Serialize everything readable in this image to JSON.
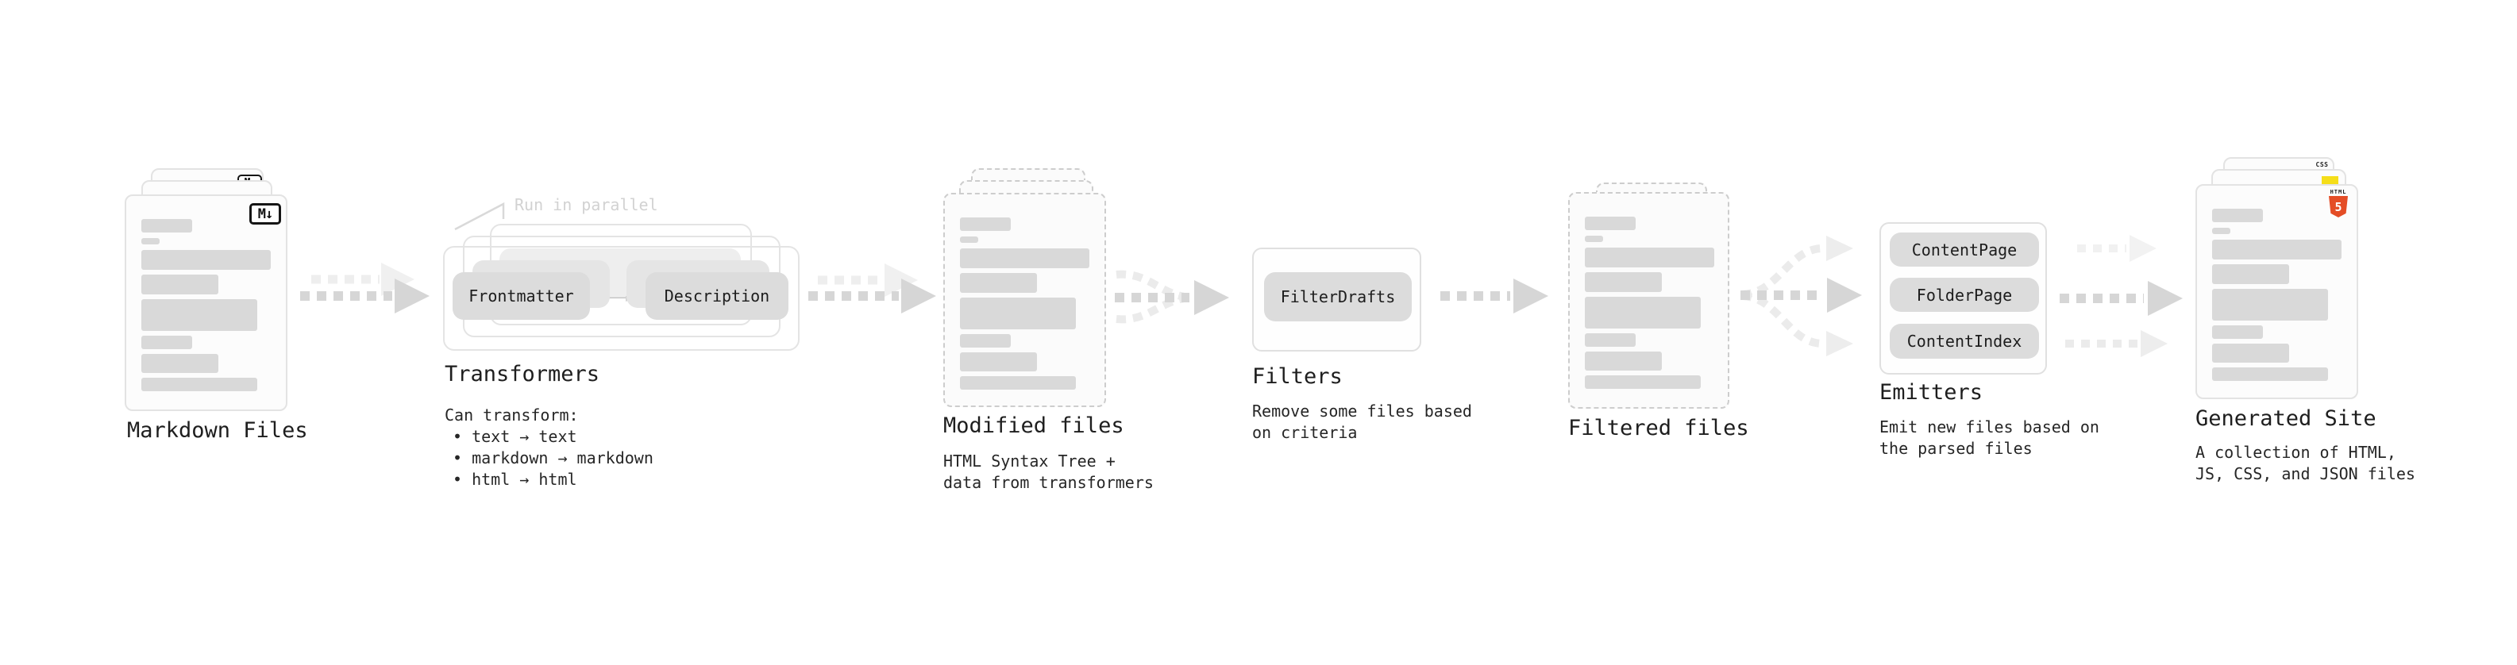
{
  "stages": {
    "markdown_files": {
      "label": "Markdown Files",
      "badge": "M↓"
    },
    "transformers": {
      "label": "Transformers",
      "callout": "Run in parallel",
      "pills": [
        "Frontmatter",
        "Description"
      ],
      "desc": [
        "Can transform:",
        "• text → text",
        "• markdown → markdown",
        "• html → html"
      ]
    },
    "modified_files": {
      "label": "Modified files",
      "desc": [
        "HTML Syntax Tree +",
        "data from transformers"
      ]
    },
    "filters": {
      "label": "Filters",
      "pills": [
        "FilterDrafts"
      ],
      "desc": [
        "Remove some files based",
        "on criteria"
      ]
    },
    "filtered_files": {
      "label": "Filtered files"
    },
    "emitters": {
      "label": "Emitters",
      "pills": [
        "ContentPage",
        "FolderPage",
        "ContentIndex"
      ],
      "desc": [
        "Emit new files based on",
        "the parsed files"
      ]
    },
    "generated_site": {
      "label": "Generated Site",
      "badges": {
        "css_label": "CSS",
        "html_label": "HTML",
        "html_digit": "5"
      },
      "desc": [
        "A collection of HTML,",
        "JS, CSS, and JSON files"
      ]
    }
  },
  "colors": {
    "background": "#ffffff",
    "arrow_main": "#d6d6d6",
    "arrow_light": "#ebebeb",
    "arrow_faint": "#f1f1f1",
    "card_border": "#e3e3e3",
    "dashed_card_border": "#cdcdcd",
    "placeholder_bar": "#d9d9d9",
    "pill_fill": "#dcdcdc",
    "text": "#222222",
    "callout_text": "#d2d2d2",
    "markdown_badge_border": "#151515",
    "html5_orange": "#e44d26",
    "js_yellow": "#f5de19",
    "css_blue": "#2965f1"
  }
}
